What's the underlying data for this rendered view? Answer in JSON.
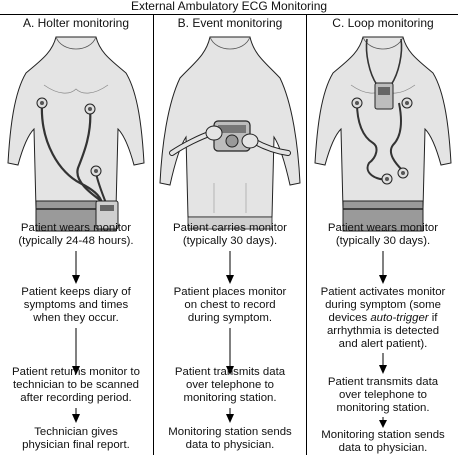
{
  "title": "External Ambulatory ECG Monitoring",
  "panels": [
    {
      "heading": "A.  Holter monitoring",
      "steps": [
        [
          "Patient wears monitor",
          "(typically 24-48 hours)."
        ],
        [
          "Patient keeps diary of",
          "symptoms and times",
          "when they occur."
        ],
        [
          "Patient returns monitor to",
          "technician to be scanned",
          "after recording period."
        ],
        [
          "Technician gives",
          "physician final report."
        ]
      ]
    },
    {
      "heading": "B.  Event monitoring",
      "steps": [
        [
          "Patient carries monitor",
          "(typically 30 days)."
        ],
        [
          "Patient places monitor",
          "on chest to record",
          "during symptom."
        ],
        [
          "Patient transmits data",
          "over telephone to",
          "monitoring station."
        ],
        [
          "Monitoring station sends",
          "data to physician."
        ]
      ]
    },
    {
      "heading": "C.  Loop monitoring",
      "steps": [
        [
          "Patient wears monitor",
          "(typically 30 days)."
        ],
        [
          "Patient activates monitor",
          "during symptom (some",
          "devices auto-trigger if",
          "arrhythmia is detected",
          "and alert patient)."
        ],
        [
          "Patient transmits data",
          "over telephone to",
          "monitoring station."
        ],
        [
          "Monitoring station sends",
          "data to physician."
        ]
      ]
    }
  ]
}
